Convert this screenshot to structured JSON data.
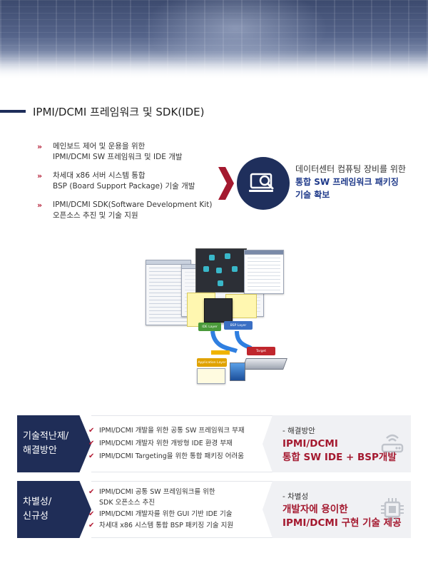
{
  "section": {
    "title": "IPMI/DCMI 프레임워크 및 SDK(IDE)"
  },
  "bullets": [
    {
      "icon": "double-chevron-icon",
      "lines": [
        "메인보드 제어 및 운용을 위한",
        "IPMI/DCMI SW  프레임워크 및 IDE 개발"
      ]
    },
    {
      "icon": "double-chevron-icon",
      "lines": [
        "차세대 x86 서버 시스템 통합",
        "BSP (Board Support Package) 기술 개발"
      ]
    },
    {
      "icon": "double-chevron-icon",
      "lines": [
        "IPMI/DCMI SDK(Software Development Kit)",
        "오픈소스 추진 및 기술 지원"
      ]
    }
  ],
  "callout": {
    "icon": "search-monitor-icon",
    "line1": "데이터센터 컴퓨팅 장비를 위한",
    "line2": "통합 SW 프레임워크 패키징",
    "line3": "기술 확보"
  },
  "diagram": {
    "layers": {
      "ide": "IDE Layer",
      "bsp": "BSP Layer",
      "application": "Application Layer",
      "target": "Target"
    }
  },
  "boxes": [
    {
      "heading": [
        "기술적난제/",
        "해결방안"
      ],
      "checks": [
        [
          "IPMI/DCMI 개발을 위한 공통 SW 프레임워크 부재"
        ],
        [
          "IPMI/DCMI 개발자 위한 개방형 IDE 환경 부재"
        ],
        [
          "IPMI/DCMI Targeting을 위한 통합 패키징 어려움"
        ]
      ],
      "result_tag": "- 해결방안",
      "result": [
        "IPMI/DCMI",
        "통합 SW IDE + BSP개발"
      ],
      "icon": "router-icon"
    },
    {
      "heading": [
        "차별성/",
        "신규성"
      ],
      "checks": [
        [
          "IPMI/DCMI 공통 SW 프레임워크를 위한",
          "SDK 오픈소스 추진"
        ],
        [
          "IPMI/DCMI 개발자를 위한 GUI 기반 IDE 기술"
        ],
        [
          "차세대 x86 시스템 통합 BSP 패키징 기술 지원"
        ]
      ],
      "result_tag": "- 차별성",
      "result": [
        "개발자에 용이한",
        "IPMI/DCMI 구현 기술 제공"
      ],
      "icon": "cpu-chip-icon"
    }
  ],
  "colors": {
    "navy": "#1f2d57",
    "accent_red": "#b31b34",
    "result_red": "#a4192f",
    "highlight_blue": "#1f3a8a"
  }
}
